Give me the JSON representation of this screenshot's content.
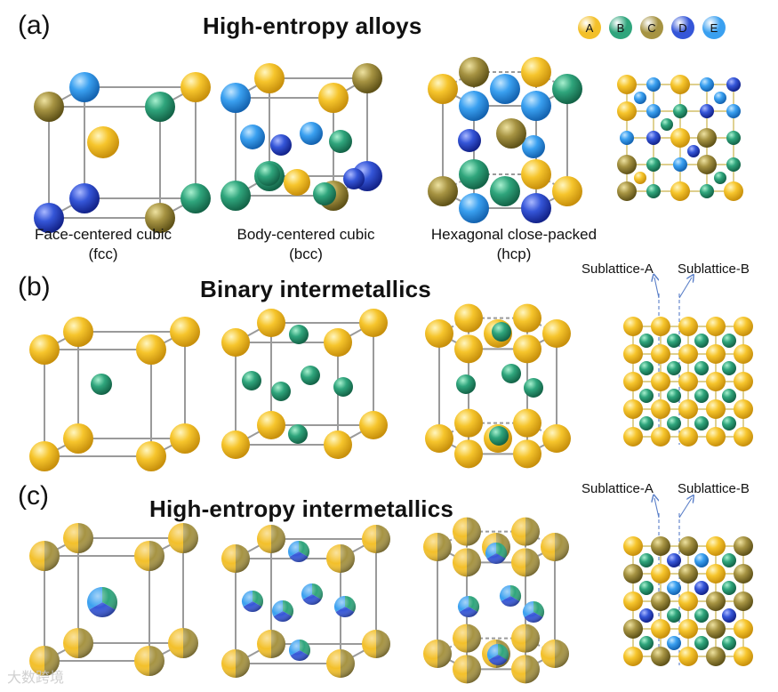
{
  "panels": [
    {
      "id": "a",
      "label": "(a)",
      "title": "High-entropy alloys"
    },
    {
      "id": "b",
      "label": "(b)",
      "title": "Binary intermetallics"
    },
    {
      "id": "c",
      "label": "(c)",
      "title": "High-entropy intermetallics"
    }
  ],
  "captions": {
    "fcc": {
      "line1": "Face-centered cubic",
      "line2": "(fcc)"
    },
    "bcc": {
      "line1": "Body-centered cubic",
      "line2": "(bcc)"
    },
    "hcp": {
      "line1": "Hexagonal close-packed",
      "line2": "(hcp)"
    }
  },
  "sublattice": {
    "a": "Sublattice-A",
    "b": "Sublattice-B"
  },
  "legend": [
    {
      "label": "A",
      "color": "#f3c02a"
    },
    {
      "label": "B",
      "color": "#2fa57c"
    },
    {
      "label": "C",
      "color": "#a69342"
    },
    {
      "label": "D",
      "color": "#3556d8"
    },
    {
      "label": "E",
      "color": "#3aa0f0"
    }
  ],
  "watermark": "大数跨境"
}
